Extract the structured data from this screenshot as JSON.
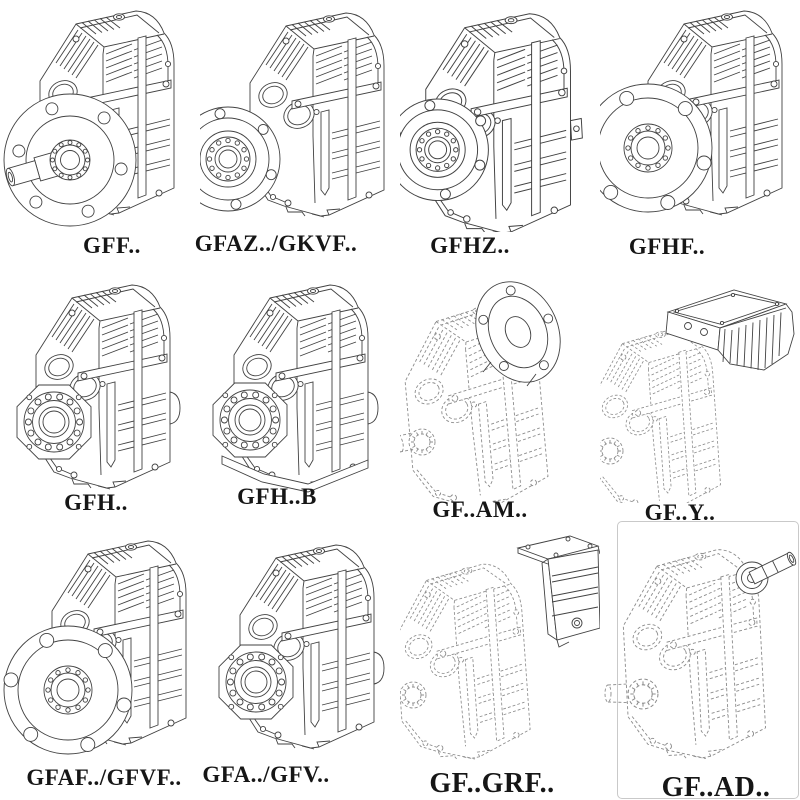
{
  "page": {
    "background": "#ffffff",
    "line_color": "#424242",
    "phantom_color": "#8c8c8c",
    "label_color": "#161616",
    "frame_color": "#c9c9c9"
  },
  "cells": [
    {
      "id": "gff",
      "label": "GFF..",
      "style": "solid",
      "feature": "output-shaft-flange"
    },
    {
      "id": "gfaz-gkvf",
      "label": "GFAZ../GKVF..",
      "style": "solid",
      "feature": "hollow-shaft-small-flange"
    },
    {
      "id": "gfhz",
      "label": "GFHZ..",
      "style": "solid",
      "feature": "hollow-shaft-small-flange"
    },
    {
      "id": "gfhf",
      "label": "GFHF..",
      "style": "solid",
      "feature": "hollow-shaft-large-flange"
    },
    {
      "id": "gfh",
      "label": "GFH..",
      "style": "solid",
      "feature": "hollow-shaft-bearing"
    },
    {
      "id": "gfh-b",
      "label": "GFH..B",
      "style": "solid",
      "feature": "hollow-shaft-bearing-base"
    },
    {
      "id": "gf-am",
      "label": "GF..AM..",
      "style": "phantom",
      "feature": "iec-motor-flange"
    },
    {
      "id": "gf-y",
      "label": "GF..Y..",
      "style": "phantom",
      "feature": "mounted-motor"
    },
    {
      "id": "gfaf-gfvf",
      "label": "GFAF../GFVF..",
      "style": "solid",
      "feature": "hollow-shaft-large-flange"
    },
    {
      "id": "gfa-gfv",
      "label": "GFA../GFV..",
      "style": "solid",
      "feature": "hollow-shaft-bearing"
    },
    {
      "id": "gf-grf",
      "label": "GF..GRF..",
      "style": "phantom",
      "feature": "input-adapter-box"
    },
    {
      "id": "gf-ad",
      "label": "GF..AD..",
      "style": "phantom",
      "feature": "input-shaft-adapter"
    }
  ]
}
